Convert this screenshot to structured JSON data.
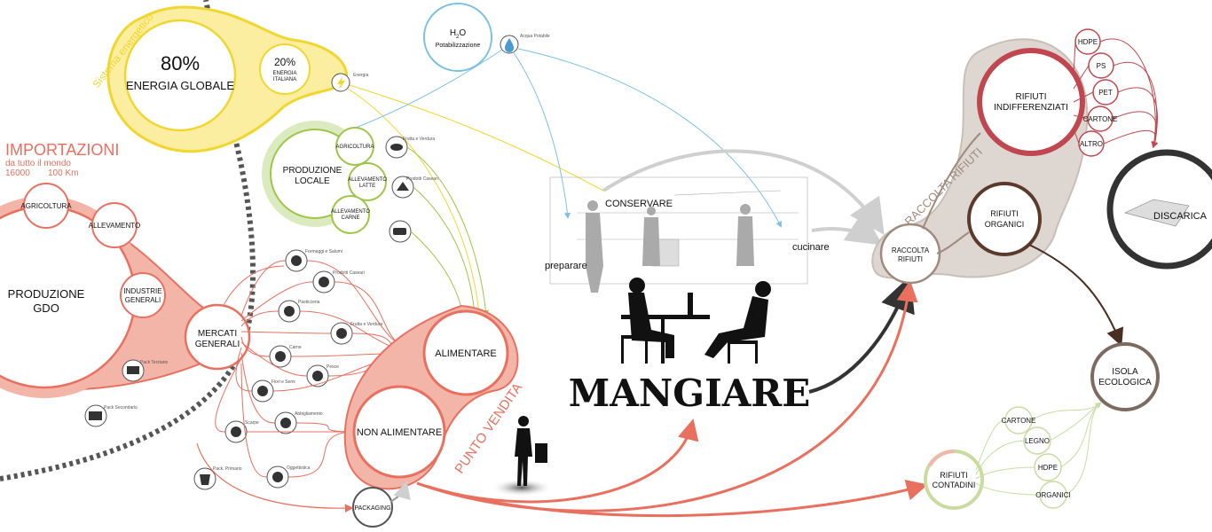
{
  "colors": {
    "energy": "#f1d630",
    "energy_fill": "#fbeea0",
    "water": "#7cc0e6",
    "green": "#9fc548",
    "red": "#e9705f",
    "red_fill": "#f4b5a9",
    "waste_fill": "#ddd6d1",
    "waste_red": "#c0474f",
    "brown": "#6b3f2c",
    "dark": "#333333",
    "grey_arrow": "#cfcfcf",
    "eco": "#7e6b60"
  },
  "energy": {
    "system_label": "Sistema energetico",
    "global_pct": "80%",
    "global_label": "ENERGIA GLOBALE",
    "italian_pct": "20%",
    "italian_label_1": "ENERGIA",
    "italian_label_2": "ITALIANA",
    "icon_label": "Energia"
  },
  "water": {
    "h2o": "H",
    "h2o_sub": "2",
    "h2o_o": "O",
    "label": "Potabilizzazione",
    "icon_label": "Acqua Potabile"
  },
  "imports": {
    "title": "IMPORTAZIONI",
    "subtitle": "da tutto il mondo",
    "dist_1": "16000",
    "dist_2": "100 Km"
  },
  "gdo": {
    "label_1": "PRODUZIONE",
    "label_2": "GDO",
    "agricoltura": "AGRICOLTURA",
    "allevamento": "ALLEVAMENTO",
    "industrie_1": "INDUSTRIE",
    "industrie_2": "GENERALI",
    "pack_terziario": "Pack Terziario",
    "pack_secondario": "Pack Secondario",
    "pack_primario": "Pack. Primario"
  },
  "local": {
    "label_1": "PRODUZIONE",
    "label_2": "LOCALE",
    "agricoltura": "AGRICOLTURA",
    "latte_1": "ALLEVAMENTO",
    "latte_2": "LATTE",
    "carne_1": "ALLEVAMENTO",
    "carne_2": "CARNE",
    "frutta": "Frutta e Verdura",
    "caseari": "Prodotti Caseari"
  },
  "markets": {
    "label_1": "MERCATI",
    "label_2": "GENERALI",
    "products": [
      "Formaggi e Salumi",
      "Prodotti Caseari",
      "Pasticceria",
      "Frutta e Verdura",
      "Carne",
      "Pesce",
      "Fiori e Semi",
      "Abbigliamento",
      "Scarpe",
      "Oggettistica"
    ]
  },
  "store": {
    "label": "PUNTO VENDITA",
    "alimentare": "ALIMENTARE",
    "non_alimentare": "NON ALIMENTARE",
    "packaging": "PACKAGING"
  },
  "eating": {
    "title": "MANGIARE",
    "conservare": "CONSERVARE",
    "preparare": "preparare",
    "cucinare": "cucinare"
  },
  "waste": {
    "raccolta_label": "RACCOLTA RIFIUTI",
    "raccolta_node_1": "RACCOLTA",
    "raccolta_node_2": "RIFIUTI",
    "indiff_1": "RIFIUTI",
    "indiff_2": "INDIFFERENZIATI",
    "organici_1": "RIFIUTI",
    "organici_2": "ORGANICI",
    "types": [
      "HDPE",
      "PS",
      "PET",
      "CARTONE",
      "ALTRO"
    ],
    "discarica": "DISCARICA",
    "isola_1": "ISOLA",
    "isola_2": "ECOLOGICA",
    "contadini_1": "RIFIUTI",
    "contadini_2": "CONTADINI",
    "farm_types": [
      "CARTONE",
      "LEGNO",
      "HDPE",
      "ORGANICI"
    ]
  }
}
